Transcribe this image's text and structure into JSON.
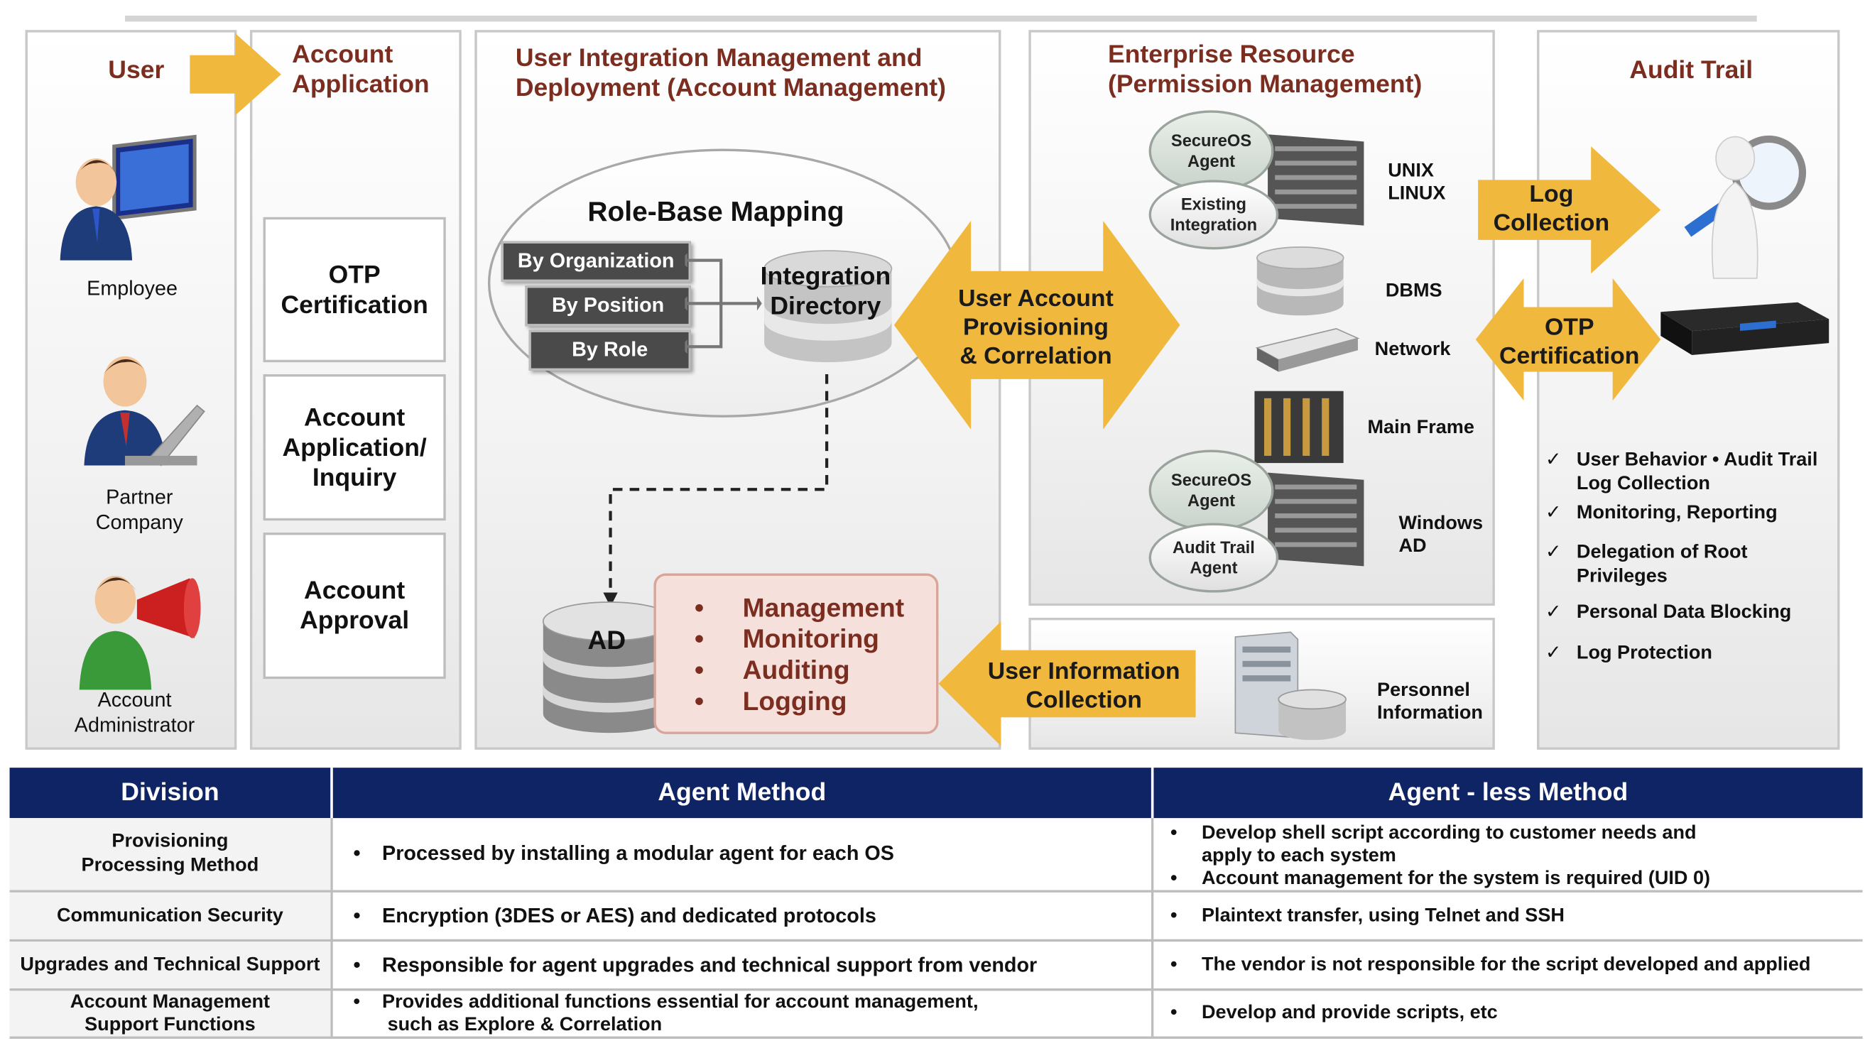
{
  "panels": {
    "user": "User",
    "account_application": "Account\nApplication",
    "integration": "User Integration Management and\nDeployment (Account Management)",
    "enterprise": "Enterprise Resource\n(Permission Management)",
    "audit": "Audit Trail"
  },
  "users": [
    {
      "label": "Employee",
      "icon": "employee-laptop-icon"
    },
    {
      "label": "Partner\nCompany",
      "icon": "partner-laptop-icon"
    },
    {
      "label": "Account\nAdministrator",
      "icon": "megaphone-admin-icon"
    }
  ],
  "application_boxes": [
    "OTP\nCertification",
    "Account\nApplication/\nInquiry",
    "Account\nApproval"
  ],
  "role_mapping": {
    "title": "Role-Base Mapping",
    "items": [
      "By Organization",
      "By Position",
      "By Role"
    ],
    "directory": "Integration\nDirectory"
  },
  "ad": {
    "label": "AD",
    "functions": [
      "Management",
      "Monitoring",
      "Auditing",
      "Logging"
    ]
  },
  "arrows": {
    "provisioning": "User Account\nProvisioning\n& Correlation",
    "info_collection": "User Information\nCollection",
    "log_collection": "Log\nCollection",
    "otp": "OTP\nCertification"
  },
  "resources": {
    "agents_top": [
      "SecureOS\nAgent",
      "Existing\nIntegration"
    ],
    "agents_bottom": [
      "SecureOS\nAgent",
      "Audit Trail\nAgent"
    ],
    "unix": "UNIX\nLINUX",
    "dbms": "DBMS",
    "network": "Network",
    "mainframe": "Main Frame",
    "windows": "Windows\nAD",
    "personnel": "Personnel\nInformation"
  },
  "audit_items": [
    "User Behavior • Audit Trail\nLog Collection",
    "Monitoring, Reporting",
    "Delegation of Root\nPrivileges",
    "Personal Data Blocking",
    "Log Protection"
  ],
  "table": {
    "headers": [
      "Division",
      "Agent Method",
      "Agent - less Method"
    ],
    "rows": [
      {
        "division": "Provisioning\nProcessing Method",
        "agent": [
          "Processed by installing a modular agent for each OS"
        ],
        "agentless": [
          "Develop shell script according to customer needs and\napply to each system",
          "Account management for the system is required (UID 0)"
        ]
      },
      {
        "division": "Communication Security",
        "agent": [
          "Encryption (3DES or AES) and dedicated protocols"
        ],
        "agentless": [
          "Plaintext transfer, using Telnet and SSH"
        ]
      },
      {
        "division": "Upgrades and Technical Support",
        "agent": [
          "Responsible for agent upgrades and technical support from vendor"
        ],
        "agentless": [
          "The vendor is not responsible for the script developed and applied"
        ]
      },
      {
        "division": "Account Management\nSupport Functions",
        "agent": [
          "Provides additional functions essential for account management,\n such as Explore & Correlation"
        ],
        "agentless": [
          "Develop and provide scripts, etc"
        ]
      }
    ]
  },
  "colors": {
    "arrow": "#f0b93e",
    "title": "#7b2d20",
    "header": "#0f2465",
    "ad_box": "#f6e0dc"
  }
}
